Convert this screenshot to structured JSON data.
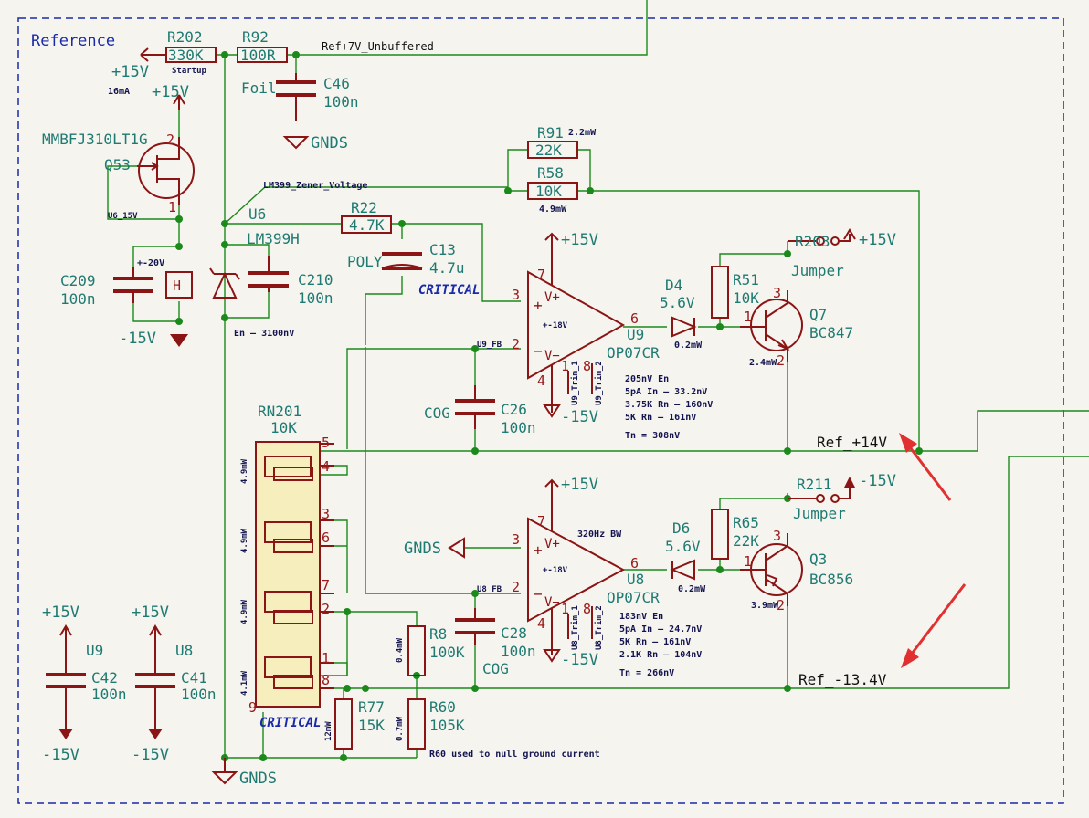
{
  "frame": {
    "title": "Reference"
  },
  "nets": {
    "ref7v": "Ref+7V_Unbuffered",
    "zener": "LM399_Zener_Voltage",
    "u6_15v": "U6_15V",
    "u9_fb": "U9_FB",
    "u8_fb": "U8_FB",
    "ref14": "Ref_+14V",
    "ref134": "Ref_-13.4V"
  },
  "components": {
    "r202": {
      "ref": "R202",
      "value": "330K",
      "note": "Startup"
    },
    "r92": {
      "ref": "R92",
      "value": "100R"
    },
    "c46": {
      "ref": "C46",
      "value": "100n",
      "note": "Foil"
    },
    "q53": {
      "ref": "Q53",
      "value": "MMBFJ310LT1G",
      "current": "16mA"
    },
    "c209": {
      "ref": "C209",
      "value": "100n",
      "note": "+-20V"
    },
    "heater": {
      "label": "H"
    },
    "u6": {
      "ref": "U6",
      "value": "LM399H",
      "note": "En – 3100nV"
    },
    "c210": {
      "ref": "C210",
      "value": "100n"
    },
    "r91": {
      "ref": "R91",
      "value": "22K",
      "power": "2.2mW"
    },
    "r58": {
      "ref": "R58",
      "value": "10K",
      "power": "4.9mW"
    },
    "r22": {
      "ref": "R22",
      "value": "4.7K"
    },
    "c13": {
      "ref": "C13",
      "value": "4.7u",
      "note": "POLY"
    },
    "u9": {
      "ref": "U9",
      "value": "OP07CR",
      "supply": "+-18V",
      "pin_trim1": "U9_Trim_1",
      "pin_trim2": "U9_Trim_2",
      "noise": [
        "205nV En",
        "5pA In – 33.2nV",
        "3.75K Rn – 160nV",
        "5K Rn – 161nV",
        "Tn = 308nV"
      ]
    },
    "c26": {
      "ref": "C26",
      "value": "100n",
      "note": "COG"
    },
    "d4": {
      "ref": "D4",
      "value": "5.6V",
      "power": "0.2mW"
    },
    "r51": {
      "ref": "R51",
      "value": "10K"
    },
    "q7": {
      "ref": "Q7",
      "value": "BC847",
      "power": "2.4mW"
    },
    "r203": {
      "ref": "R203",
      "value": "Jumper"
    },
    "rn201": {
      "ref": "RN201",
      "value": "10K",
      "powers": [
        "4.9mW",
        "4.9mW",
        "4.9mW",
        "4.1mW"
      ]
    },
    "u8": {
      "ref": "U8",
      "value": "OP07CR",
      "supply": "+-18V",
      "bw": "320Hz BW",
      "pin_trim1": "U8_Trim_1",
      "pin_trim2": "U8_Trim_2",
      "noise": [
        "183nV En",
        "5pA In – 24.7nV",
        "5K Rn – 161nV",
        "2.1K Rn – 104nV",
        "Tn = 266nV"
      ]
    },
    "c28": {
      "ref": "C28",
      "value": "100n",
      "note": "COG"
    },
    "d6": {
      "ref": "D6",
      "value": "5.6V",
      "power": "0.2mW"
    },
    "r65": {
      "ref": "R65",
      "value": "22K"
    },
    "q3": {
      "ref": "Q3",
      "value": "BC856",
      "power": "3.9mW"
    },
    "r211": {
      "ref": "R211",
      "value": "Jumper"
    },
    "r8": {
      "ref": "R8",
      "value": "100K",
      "power": "0.4mW"
    },
    "r77": {
      "ref": "R77",
      "value": "15K",
      "power": "12mW"
    },
    "r60": {
      "ref": "R60",
      "value": "105K",
      "power": "0.7mW",
      "note": "R60 used to null ground current"
    },
    "c42": {
      "ref": "C42",
      "value": "100n",
      "unit": "U9"
    },
    "c41": {
      "ref": "C41",
      "value": "100n",
      "unit": "U8"
    }
  },
  "power": {
    "p15": "+15V",
    "m15": "-15V",
    "gnds": "GNDS"
  },
  "critical": "CRITICAL",
  "colors": {
    "wire": "#1b8a1b",
    "component": "#8b1414",
    "label": "#1f7a72",
    "frame": "#1a2aa8",
    "arrow": "#e03030"
  }
}
